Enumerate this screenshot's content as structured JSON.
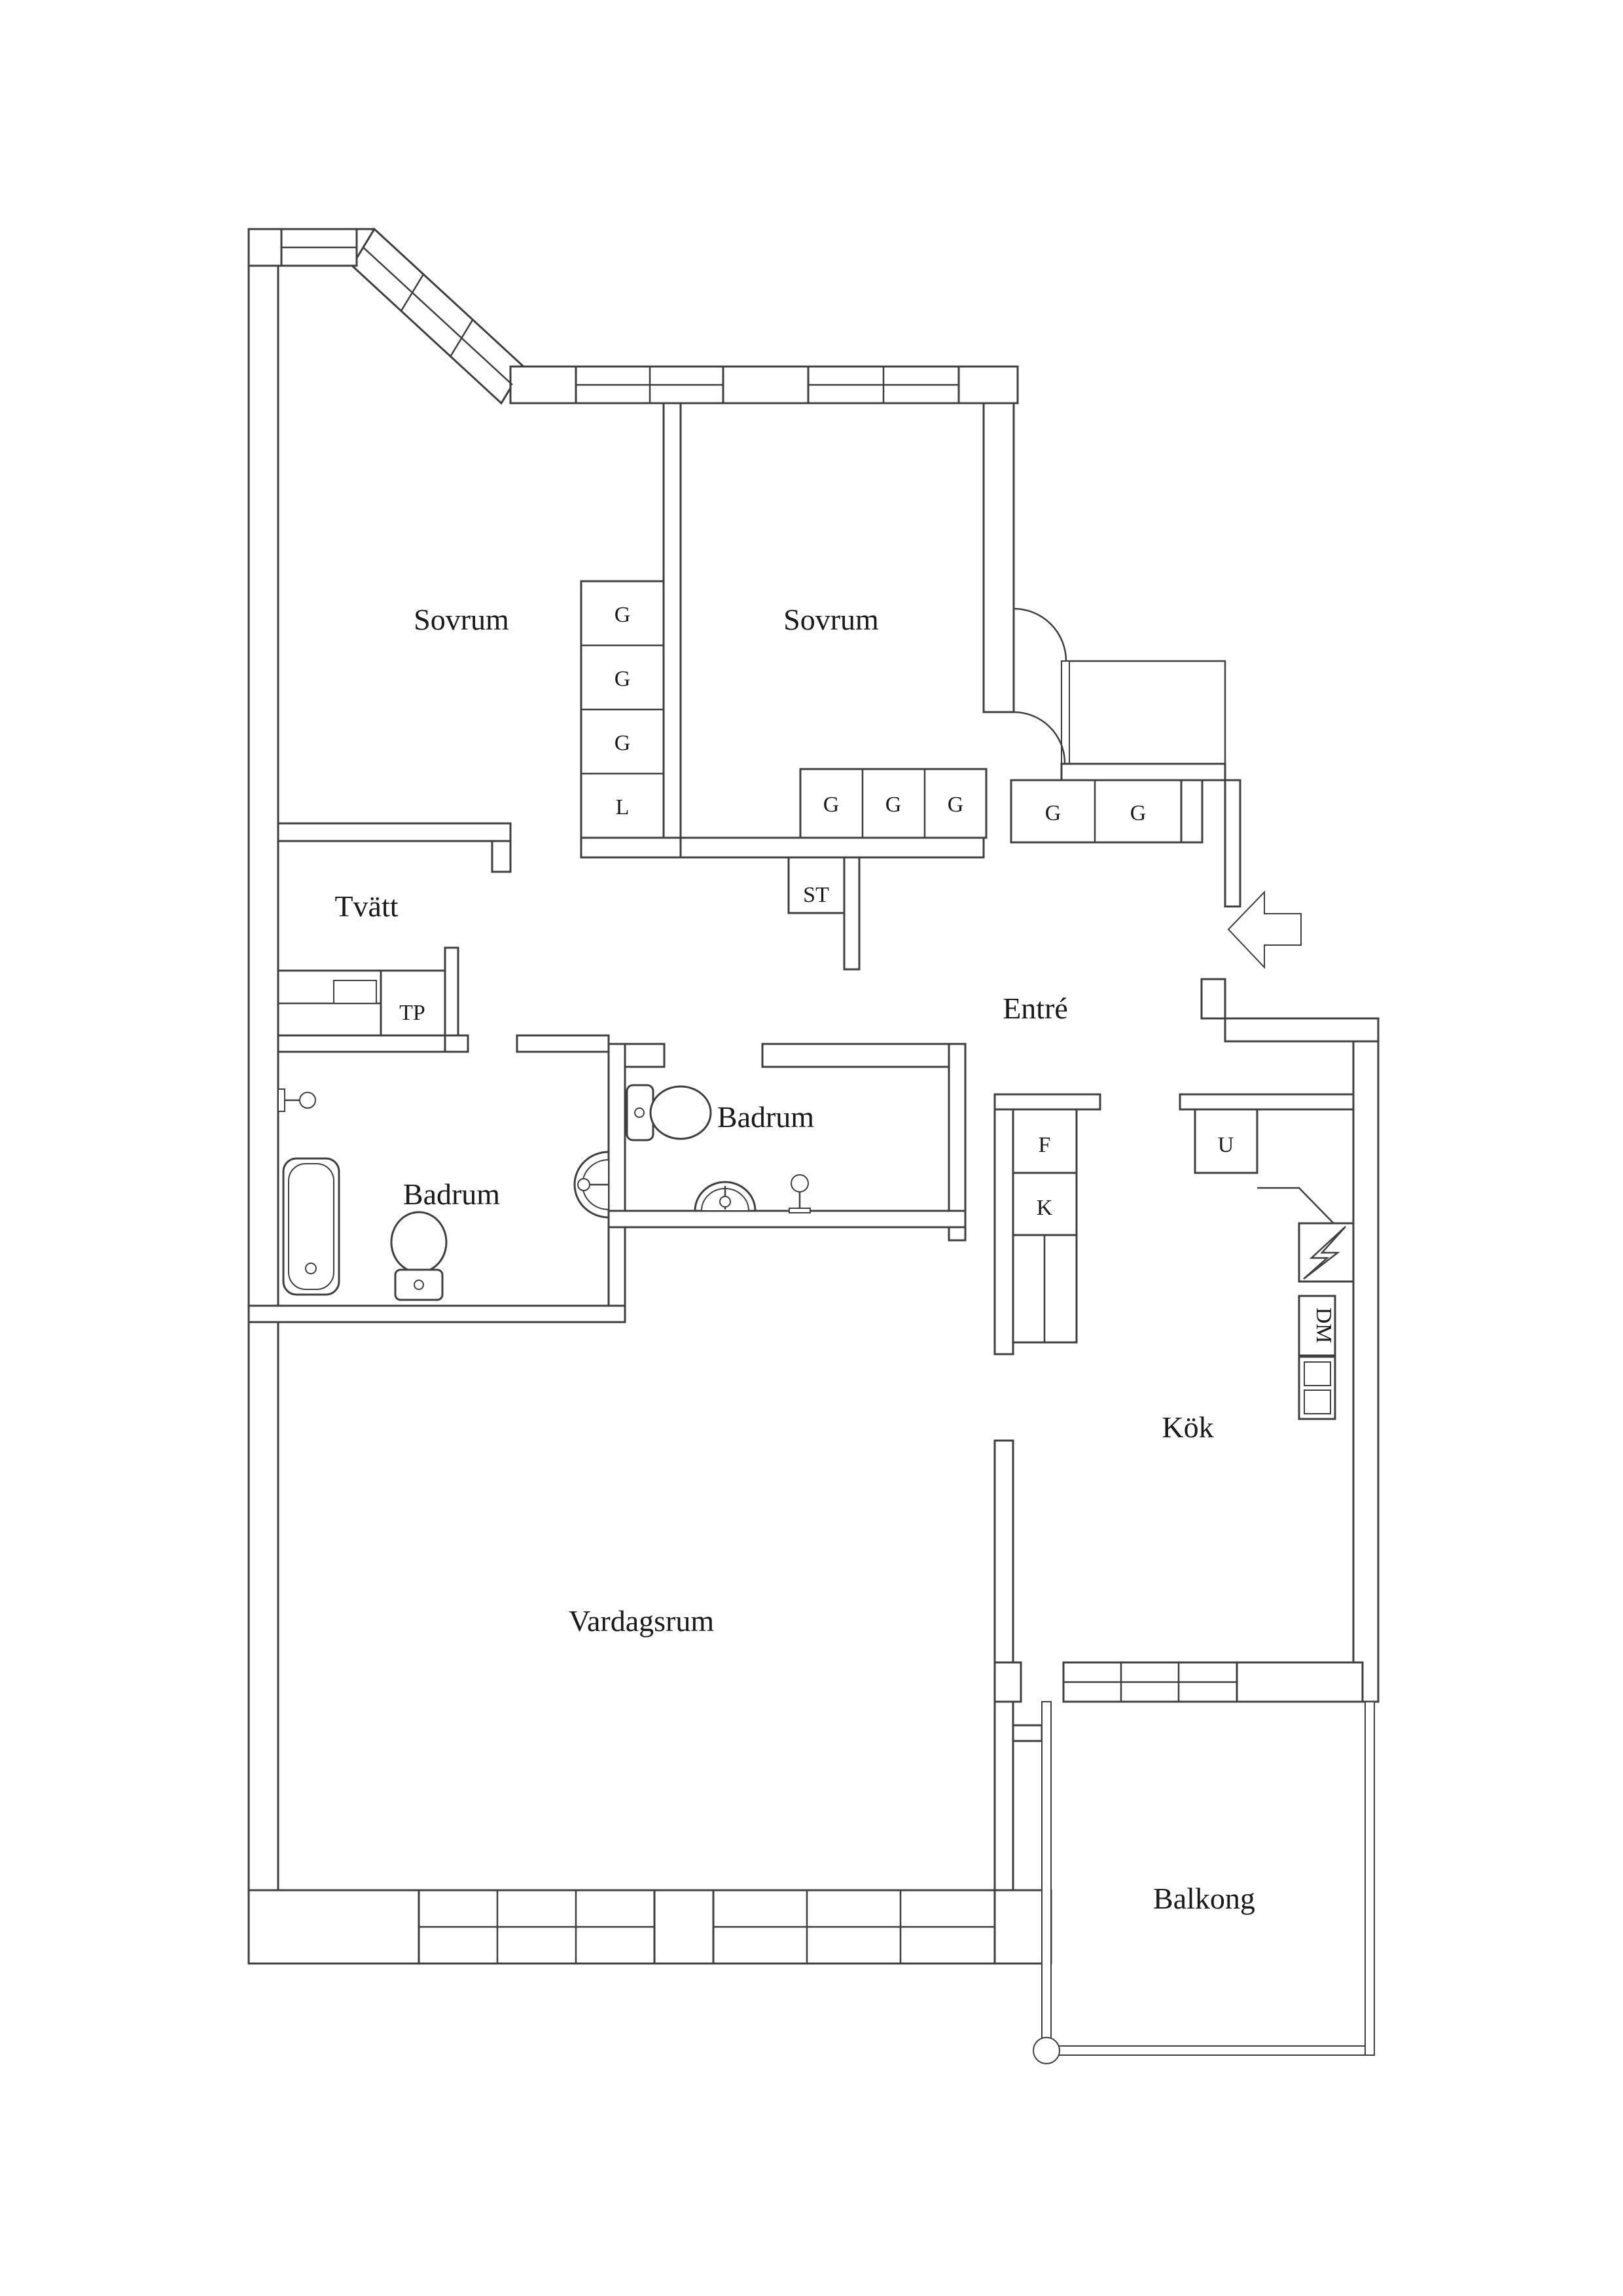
{
  "floorplan": {
    "colors": {
      "line": "#3f3f3f",
      "background": "#ffffff",
      "text": "#1a1a1a"
    },
    "rooms": {
      "sovrum1": "Sovrum",
      "sovrum2": "Sovrum",
      "tvatt": "Tvätt",
      "badrum1": "Badrum",
      "badrum2": "Badrum",
      "entre": "Entré",
      "kok": "Kök",
      "vardagsrum": "Vardagsrum",
      "balkong": "Balkong"
    },
    "closets": {
      "col_g1": "G",
      "col_g2": "G",
      "col_g3": "G",
      "col_l": "L",
      "sov2_g1": "G",
      "sov2_g2": "G",
      "sov2_g3": "G",
      "entre_g1": "G",
      "entre_g2": "G",
      "st": "ST",
      "tp": "TP"
    },
    "appliances": {
      "fridge": "F",
      "freezer": "K",
      "oven": "U",
      "dishwasher": "DM"
    }
  }
}
